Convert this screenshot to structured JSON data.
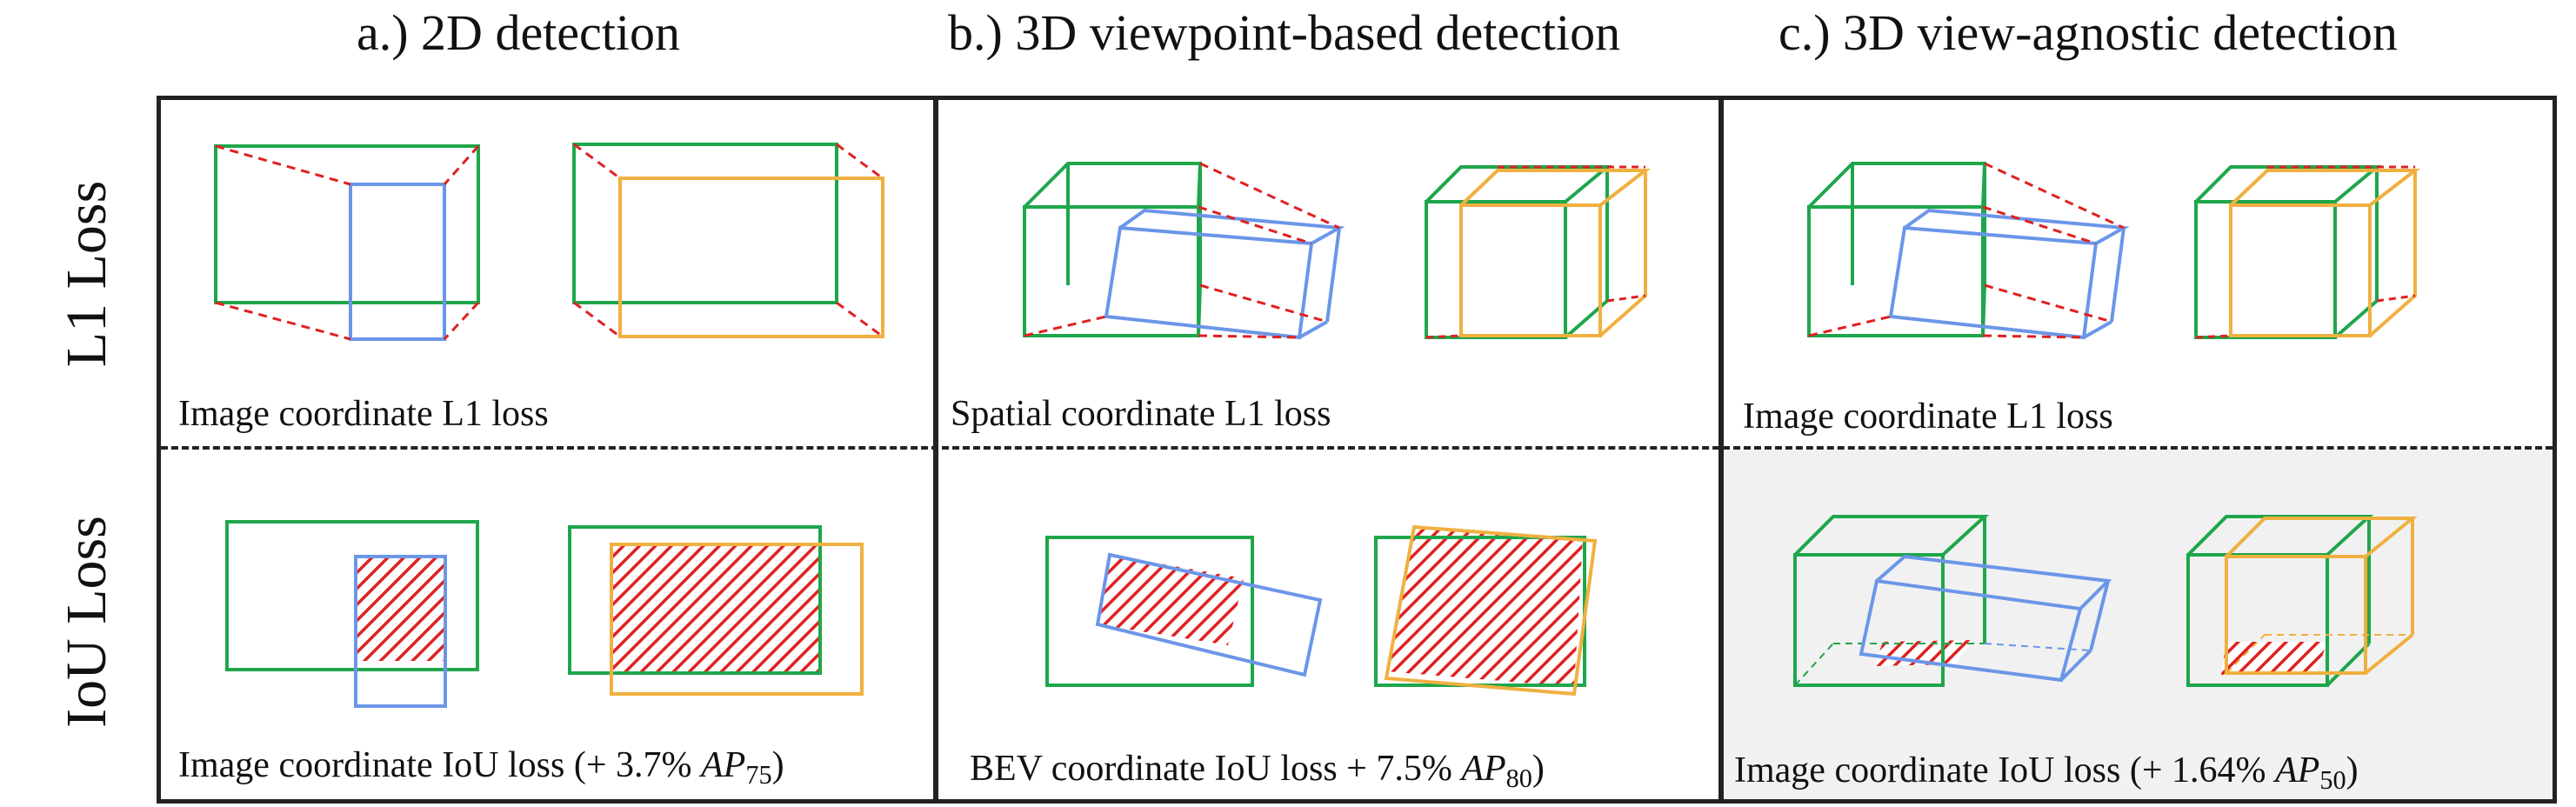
{
  "columns": [
    {
      "id": "a",
      "title": "a.) 2D detection"
    },
    {
      "id": "b",
      "title": "b.) 3D viewpoint-based detection"
    },
    {
      "id": "c",
      "title": "c.) 3D view-agnostic detection"
    }
  ],
  "rows": [
    {
      "id": "l1",
      "title": "L1  Loss"
    },
    {
      "id": "iou",
      "title": "IoU Loss"
    }
  ],
  "captions": {
    "a_l1": "Image coordinate L1 loss",
    "b_l1": "Spatial coordinate L1 loss",
    "c_l1": "Image coordinate L1 loss",
    "a_iou": {
      "prefix": "Image coordinate IoU loss (+ 3.7% ",
      "ap": "AP",
      "sub": "75",
      "suffix": ")"
    },
    "b_iou": {
      "prefix": "BEV coordinate IoU loss + 7.5% ",
      "ap": "AP",
      "sub": "80",
      "suffix": ")"
    },
    "c_iou": {
      "prefix": "Image coordinate IoU loss (+ 1.64% ",
      "ap": "AP",
      "sub": "50",
      "suffix": ")"
    }
  },
  "colors": {
    "ground_truth": "#1fa64b",
    "prediction_blue": "#6b96e8",
    "prediction_orange": "#f0b040",
    "offset_dash": "#e02020",
    "intersection": "#e02020",
    "grid": "#222222",
    "highlight_cell": "#f1f1f1"
  }
}
